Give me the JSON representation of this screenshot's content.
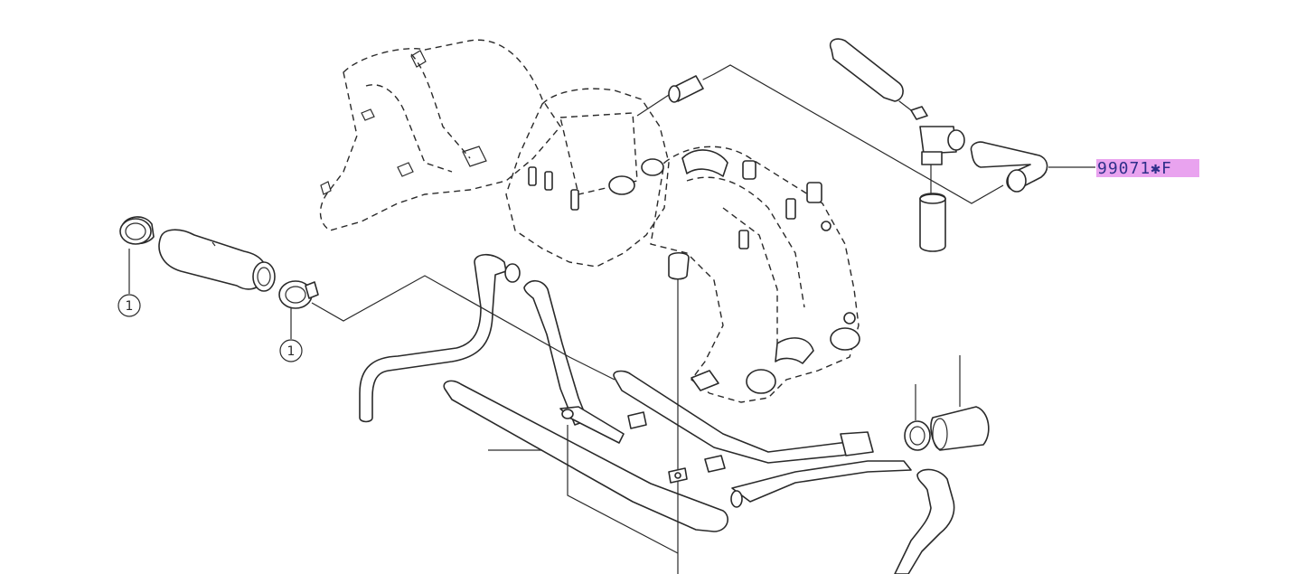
{
  "diagram": {
    "callouts": [
      {
        "number": "1"
      },
      {
        "number": "1"
      }
    ],
    "part_label": {
      "text": "99071✱F",
      "highlight_color": "#e9a3ef"
    },
    "colors": {
      "line": "#2a2a2a",
      "background": "#ffffff"
    }
  }
}
